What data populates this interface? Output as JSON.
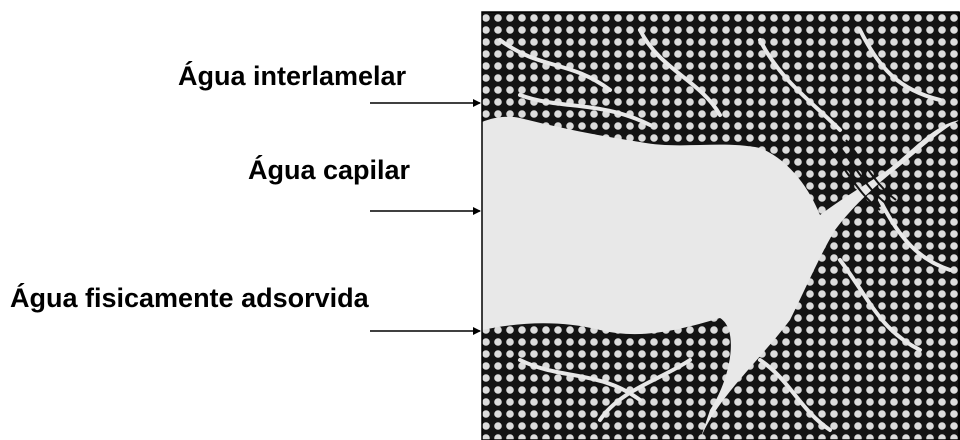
{
  "labels": {
    "interlamelar": "Água interlamelar",
    "capilar": "Água capilar",
    "adsorvida": "Água fisicamente adsorvida"
  },
  "colors": {
    "pore": "#e8e8e8",
    "solid": "#141414",
    "particle": "#dcdcdc",
    "text": "#000000"
  }
}
